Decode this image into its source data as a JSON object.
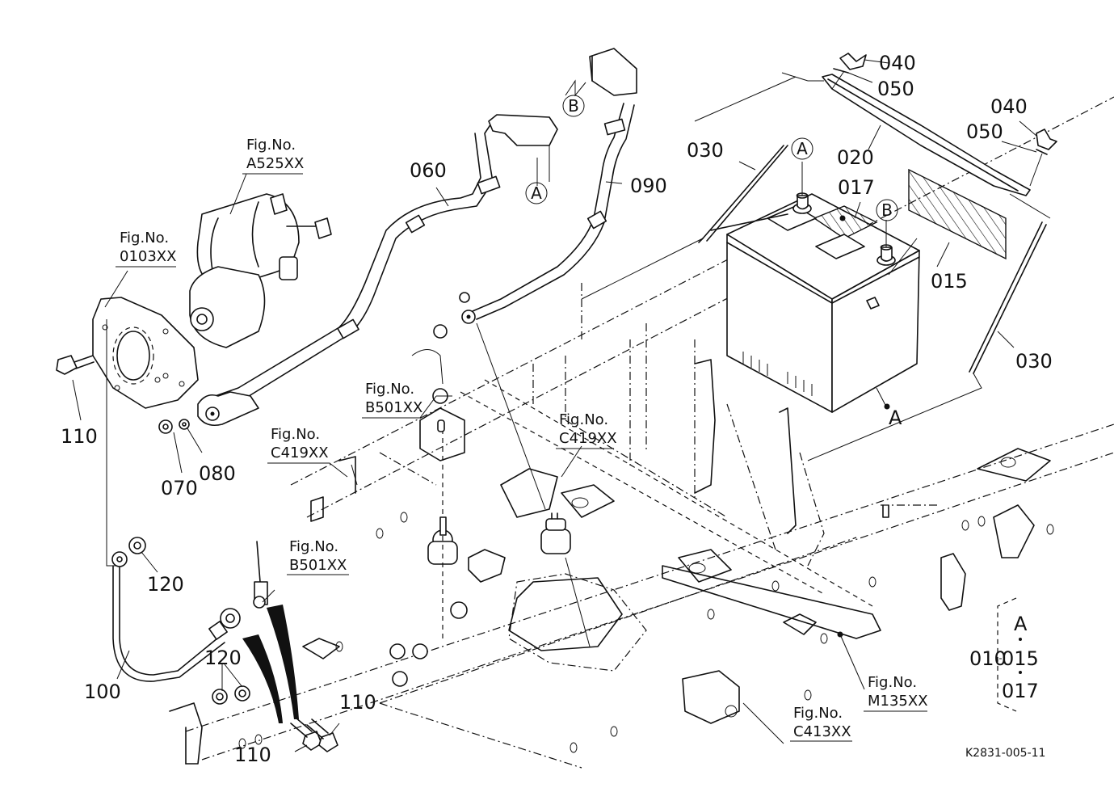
{
  "diagram": {
    "type": "exploded-parts-view",
    "drawing_code": "K2831-005-11",
    "part_callouts": {
      "p010": "010",
      "p015": "015",
      "p017": "017",
      "p020": "020",
      "p030_left": "030",
      "p030_right": "030",
      "p040_top": "040",
      "p040_right": "040",
      "p050_top": "050",
      "p050_right": "050",
      "p060": "060",
      "p070": "070",
      "p080": "080",
      "p090": "090",
      "p100": "100",
      "p110_left": "110",
      "p110_bottom": "110",
      "p110_right": "110",
      "p120_upper": "120",
      "p120_lower": "120"
    },
    "reference_markers": {
      "circle_a_cable": "A",
      "circle_b_cable": "B",
      "circle_a_battery": "A",
      "circle_b_battery": "B",
      "battery_dot_a": "A"
    },
    "set_legend": {
      "part": "010",
      "contains": [
        "A",
        "015",
        "017"
      ]
    },
    "figure_refs": [
      {
        "id": "fig-a525",
        "prefix": "Fig.No.",
        "code": "A525XX"
      },
      {
        "id": "fig-0103",
        "prefix": "Fig.No.",
        "code": "0103XX"
      },
      {
        "id": "fig-b501-upper",
        "prefix": "Fig.No.",
        "code": "B501XX"
      },
      {
        "id": "fig-c419-left",
        "prefix": "Fig.No.",
        "code": "C419XX"
      },
      {
        "id": "fig-c419-right",
        "prefix": "Fig.No.",
        "code": "C419XX"
      },
      {
        "id": "fig-b501-lower",
        "prefix": "Fig.No.",
        "code": "B501XX"
      },
      {
        "id": "fig-m135",
        "prefix": "Fig.No.",
        "code": "M135XX"
      },
      {
        "id": "fig-c413",
        "prefix": "Fig.No.",
        "code": "C413XX"
      }
    ]
  }
}
